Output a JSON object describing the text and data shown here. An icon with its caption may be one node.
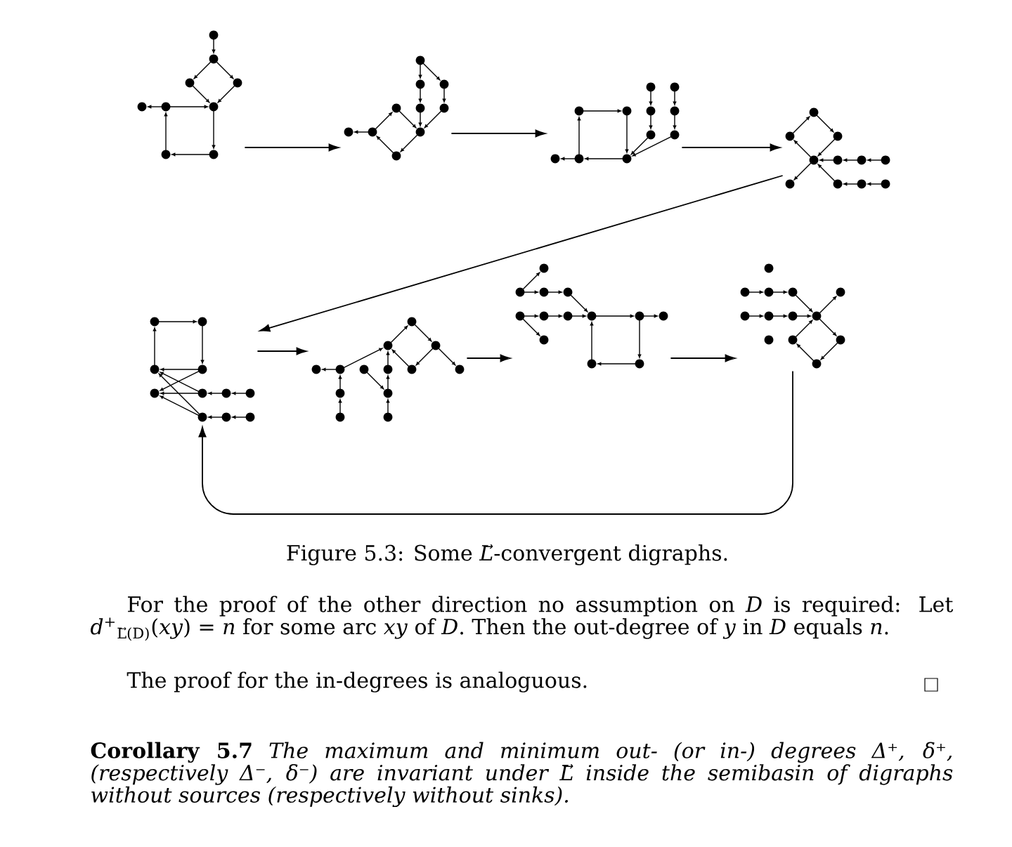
{
  "diagram": {
    "caption": "Figure 5.3: Some *L⃗*-convergent digraphs.",
    "nodes": [
      {
        "text": [],
        "shape": "picture"
      },
      {
        "text": [],
        "shape": "picture"
      },
      {
        "text": [],
        "shape": "picture"
      },
      {
        "text": [],
        "shape": "picture"
      },
      {
        "text": [],
        "shape": "picture"
      },
      {
        "text": [],
        "shape": "picture"
      },
      {
        "text": [],
        "shape": "picture"
      },
      {
        "text": [],
        "shape": "picture"
      }
    ],
    "edges": [
      {
        "from": 0,
        "to": 1,
        "arrow": "to"
      },
      {
        "from": 1,
        "to": 2,
        "arrow": "to"
      },
      {
        "from": 2,
        "to": 3,
        "arrow": "to"
      },
      {
        "from": 3,
        "to": 4,
        "arrow": "to"
      },
      {
        "from": 4,
        "to": 5,
        "arrow": "to"
      },
      {
        "from": 5,
        "to": 6,
        "arrow": "to"
      },
      {
        "from": 6,
        "to": 7,
        "arrow": "to"
      },
      {
        "from": 7,
        "to": 4,
        "arrow": "to"
      }
    ],
    "labels": [
      "For the proof of the other direction no assumption on *D* is required: Let *d*$^{+}$$_{L⃗(D)}$(*xy*) = *n* for some arc *xy* of *D*. Then the out-degree of *y* in *D* equals *n*.",
      "The proof for the in-degrees is analoguous.",
      "**Corollary 5.7** *The maximum and minimum out- (or in-) degrees Δ⁺, δ⁺, (respectively Δ⁻, δ⁻) are invariant under L⃗ inside the semibasin of digraphs without sources (respectively without sinks).*"
    ]
  }
}
